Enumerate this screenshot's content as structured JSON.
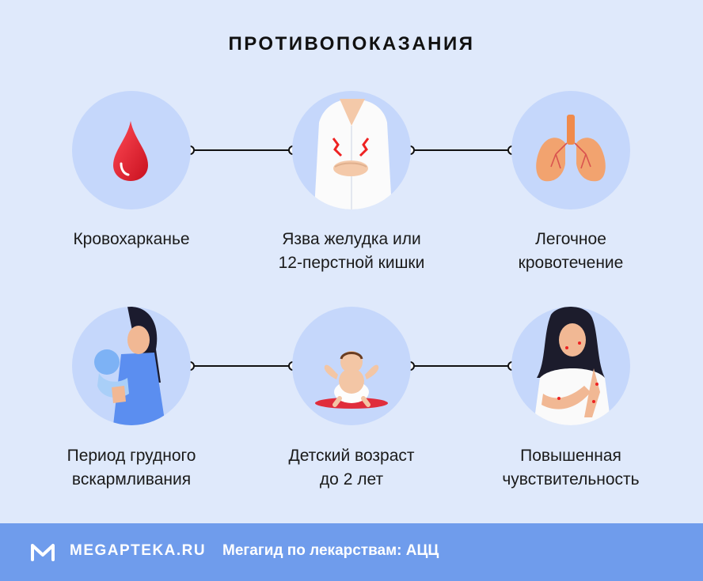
{
  "title": "ПРОТИВОПОКАЗАНИЯ",
  "items": [
    {
      "line1": "Кровохарканье",
      "line2": ""
    },
    {
      "line1": "Язва желудка или",
      "line2": "12-перстной кишки"
    },
    {
      "line1": "Легочное",
      "line2": "кровотечение"
    },
    {
      "line1": "Период грудного",
      "line2": "вскармливания"
    },
    {
      "line1": "Детский возраст",
      "line2": "до 2 лет"
    },
    {
      "line1": "Повышенная",
      "line2": "чувствительность"
    }
  ],
  "footer": {
    "brand": "MEGAPTEKA.RU",
    "tagline": "Мегагид по лекарствам: АЦЦ"
  },
  "icons": [
    "blood-drop-icon",
    "stomach-pain-icon",
    "lungs-icon",
    "breastfeeding-icon",
    "baby-icon",
    "allergy-icon",
    "megapteka-logo-icon"
  ],
  "colors": {
    "background": "#dfe9fb",
    "circle": "#c5d7fb",
    "footer": "#6f9cec",
    "blood": "#e11d2e",
    "lungs": "#f2a36f"
  }
}
